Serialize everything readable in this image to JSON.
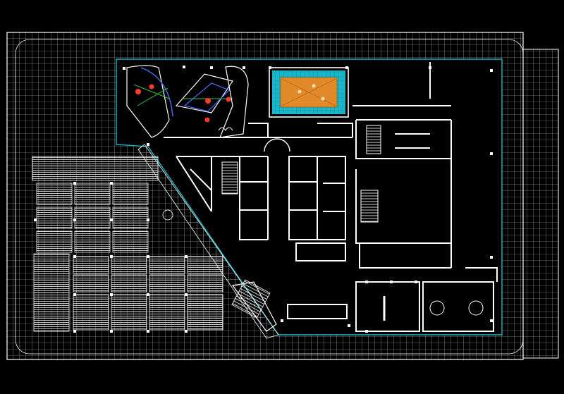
{
  "drawing": {
    "background": "#000000",
    "line_color": "#ffffff",
    "grid_color": "#bfbfbf",
    "accent_cyan": "#19b7c9",
    "accent_orange": "#e08a2a",
    "accent_green": "#2fc43a",
    "accent_blue": "#4a6cff",
    "accent_red": "#ff3a2a"
  },
  "legend": [
    {
      "name": "floor-grid"
    },
    {
      "name": "walls"
    },
    {
      "name": "pool-area"
    },
    {
      "name": "columns"
    },
    {
      "name": "stairs"
    },
    {
      "name": "parking-bays"
    }
  ]
}
